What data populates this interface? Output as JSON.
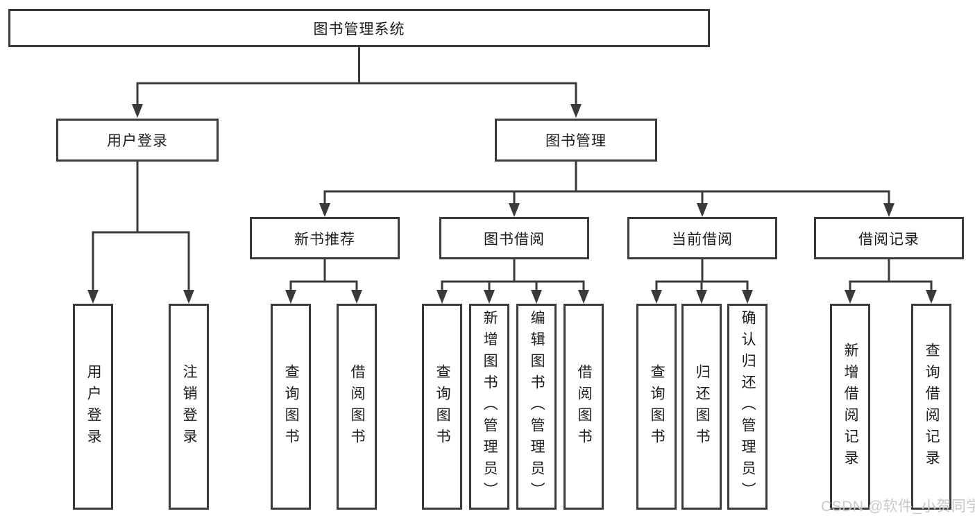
{
  "diagram": {
    "nodes": {
      "root": "图书管理系统",
      "level2": {
        "user_login": "用户登录",
        "book_mgmt": "图书管理"
      },
      "level3": {
        "new_books": "新书推荐",
        "book_borrow": "图书借阅",
        "current_borrow": "当前借阅",
        "borrow_records": "借阅记录"
      },
      "leaves": {
        "user_login_leaf": "用户登录",
        "logout": "注销登录",
        "nb_query_books": "查询图书",
        "nb_borrow_books": "借阅图书",
        "bb_query_books": "查询图书",
        "bb_add_books_admin": "新增图书（管理员）",
        "bb_edit_books_admin": "编辑图书（管理员）",
        "bb_borrow_books": "借阅图书",
        "cb_query_books": "查询图书",
        "cb_return_books": "归还图书",
        "cb_confirm_return_admin": "确认归还（管理员）",
        "br_add_record": "新增借阅记录",
        "br_query_record": "查询借阅记录"
      }
    },
    "watermark": "CSDN @软件_小贺同学",
    "colors": {
      "line": "#3a3a3a",
      "text": "#1c1c1c",
      "watermark": "#c6c6c6",
      "background": "#ffffff"
    }
  }
}
